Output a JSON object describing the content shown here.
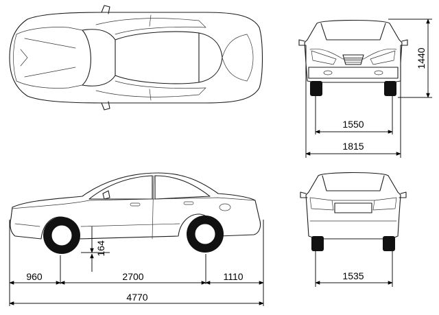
{
  "diagram": {
    "title": "",
    "units": "",
    "views": [
      {
        "id": "top",
        "name": "top-view"
      },
      {
        "id": "side",
        "name": "side-view"
      },
      {
        "id": "front",
        "name": "front-view"
      },
      {
        "id": "rear",
        "name": "rear-view"
      }
    ],
    "dimensions": {
      "front_overhang": "960",
      "wheelbase": "2700",
      "rear_overhang": "1110",
      "overall_length": "4770",
      "ground_clearance": "164",
      "height": "1440",
      "front_track": "1550",
      "overall_width": "1815",
      "rear_track": "1535"
    }
  }
}
